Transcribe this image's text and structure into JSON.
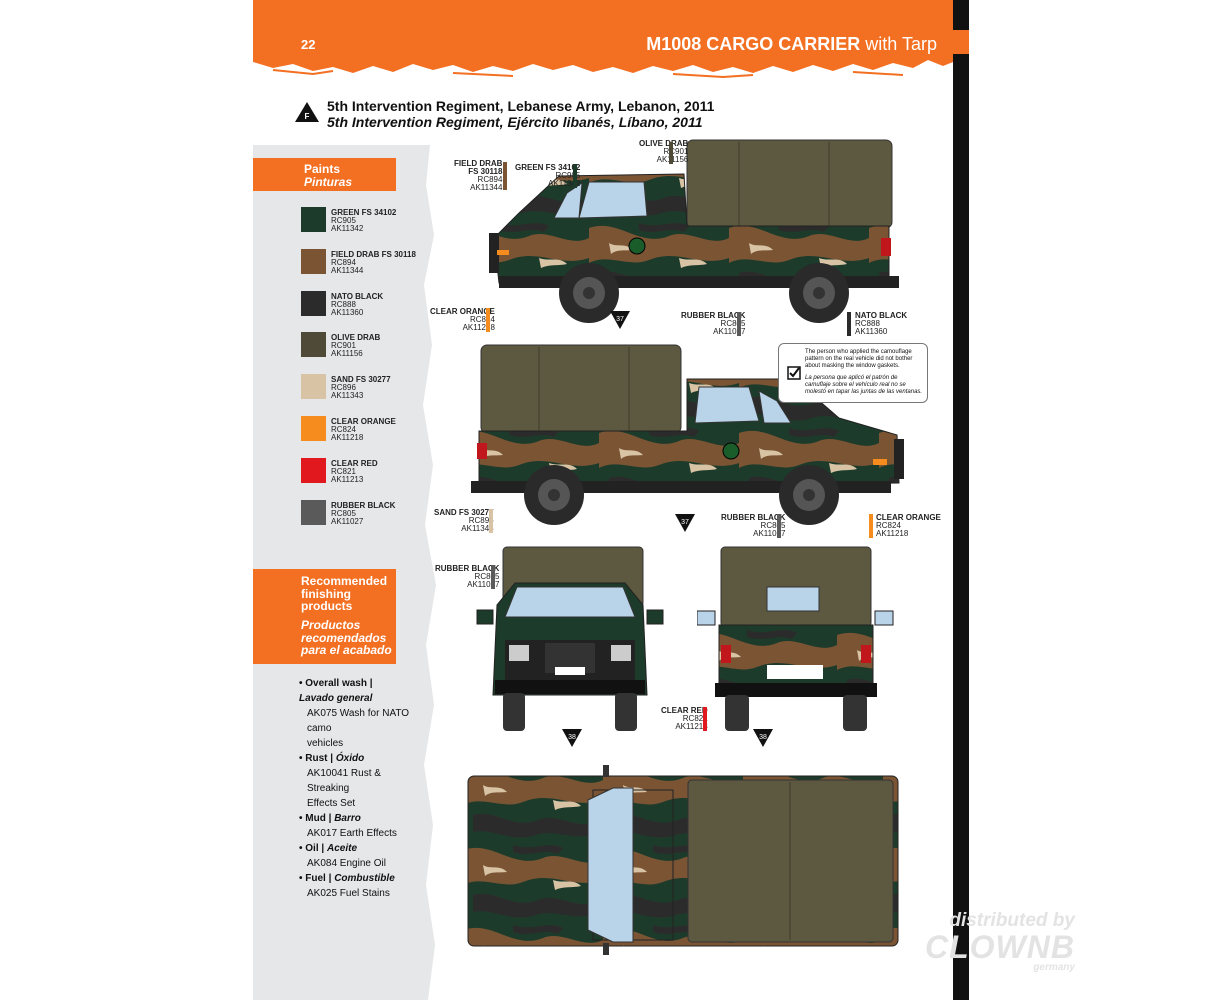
{
  "header": {
    "page_number": "22",
    "title_main": "M1008 CARGO CARRIER",
    "title_sub": "with Tarp"
  },
  "subtitle": {
    "badge": "F",
    "en": "5th Intervention Regiment, Lebanese Army, Lebanon, 2011",
    "es": "5th Intervention Regiment, Ejército libanés, Líbano, 2011"
  },
  "paints": {
    "heading_en": "Paints",
    "heading_es": "Pinturas",
    "items": [
      {
        "name": "GREEN FS 34102",
        "rc": "RC905",
        "ak": "AK11342",
        "color": "#1d3b2a"
      },
      {
        "name": "FIELD DRAB FS 30118",
        "rc": "RC894",
        "ak": "AK11344",
        "color": "#7b5434"
      },
      {
        "name": "NATO BLACK",
        "rc": "RC888",
        "ak": "AK11360",
        "color": "#2b2b2b"
      },
      {
        "name": "OLIVE DRAB",
        "rc": "RC901",
        "ak": "AK11156",
        "color": "#4f4a37"
      },
      {
        "name": "SAND FS 30277",
        "rc": "RC896",
        "ak": "AK11343",
        "color": "#d8c3a5"
      },
      {
        "name": "CLEAR ORANGE",
        "rc": "RC824",
        "ak": "AK11218",
        "color": "#f68b1e"
      },
      {
        "name": "CLEAR RED",
        "rc": "RC821",
        "ak": "AK11213",
        "color": "#e2181f"
      },
      {
        "name": "RUBBER BLACK",
        "rc": "RC805",
        "ak": "AK11027",
        "color": "#5a5a5a"
      }
    ]
  },
  "recommended": {
    "heading_en": "Recommended finishing products",
    "heading_es": "Productos recomendados para el acabado"
  },
  "finishing": [
    {
      "en": "Overall wash",
      "es": "Lavado general",
      "lines": [
        "AK075 Wash for NATO camo",
        "vehicles"
      ]
    },
    {
      "en": "Rust",
      "es": "Óxido",
      "lines": [
        "AK10041 Rust & Streaking",
        "Effects Set"
      ]
    },
    {
      "en": "Mud",
      "es": "Barro",
      "lines": [
        "AK017 Earth Effects"
      ]
    },
    {
      "en": "Oil",
      "es": "Aceite",
      "lines": [
        "AK084 Engine Oil"
      ]
    },
    {
      "en": "Fuel",
      "es": "Combustible",
      "lines": [
        "AK025 Fuel Stains"
      ]
    }
  ],
  "callouts": {
    "olive_drab": {
      "name": "OLIVE DRAB",
      "rc": "RC901",
      "ak": "AK11156"
    },
    "field_drab": {
      "name1": "FIELD DRAB",
      "name2": "FS 30118",
      "rc": "RC894",
      "ak": "AK11344"
    },
    "green": {
      "name": "GREEN FS 34102",
      "rc": "RC905",
      "ak": "AK11342"
    },
    "clear_orange_1": {
      "name": "CLEAR ORANGE",
      "rc": "RC824",
      "ak": "AK11218"
    },
    "rubber_black_1": {
      "name": "RUBBER BLACK",
      "rc": "RC805",
      "ak": "AK11027"
    },
    "nato_black": {
      "name": "NATO BLACK",
      "rc": "RC888",
      "ak": "AK11360"
    },
    "sand": {
      "name": "SAND FS 30277",
      "rc": "RC896",
      "ak": "AK11343"
    },
    "rubber_black_2": {
      "name": "RUBBER BLACK",
      "rc": "RC805",
      "ak": "AK11027"
    },
    "clear_orange_2": {
      "name": "CLEAR ORANGE",
      "rc": "RC824",
      "ak": "AK11218"
    },
    "rubber_black_3": {
      "name": "RUBBER BLACK",
      "rc": "RC805",
      "ak": "AK11027"
    },
    "clear_red": {
      "name": "CLEAR RED",
      "rc": "RC821",
      "ak": "AK11213"
    }
  },
  "markers": {
    "m1": "37",
    "m2": "37",
    "m3": "38",
    "m4": "38"
  },
  "note": {
    "en": "The person who applied the camouflage pattern on the real vehicle did not bother about masking the window gaskets.",
    "es": "La persona que aplicó el patrón de camuflaje sobre el vehículo real no se molestó en tapar las juntas de las ventanas."
  },
  "watermark": {
    "line1": "distributed by",
    "line2": "CLOWNB",
    "line3": "germany"
  }
}
